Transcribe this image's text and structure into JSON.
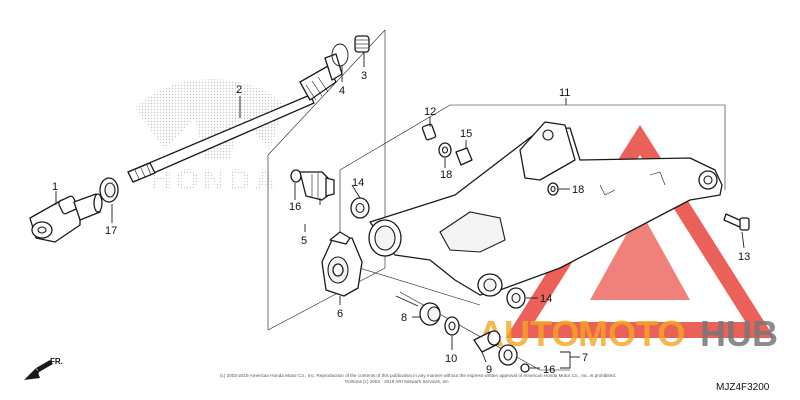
{
  "colors": {
    "watermark_red": "#e8453c",
    "watermark_orange": "#f6a623",
    "watermark_gray": "#9a9a9a",
    "line": "#1a1a1a"
  },
  "icons": {
    "front_arrow": "arrow-left-down-icon",
    "watermark": "triangle-logo-icon"
  },
  "callouts": {
    "c1": "1",
    "c2": "2",
    "c3": "3",
    "c4": "4",
    "c5": "5",
    "c6": "6",
    "c7": "7",
    "c8": "8",
    "c9": "9",
    "c10": "10",
    "c11": "11",
    "c12": "12",
    "c13": "13",
    "c14a": "14",
    "c14b": "14",
    "c15": "15",
    "c16a": "16",
    "c16b": "16",
    "c17": "17",
    "c18a": "18",
    "c18b": "18"
  },
  "front_label": "FR.",
  "background_logo_text": "HONDA",
  "watermark": {
    "auto": "AUTO",
    "moto": "MOTO",
    "hub": "HUB"
  },
  "diagram_code": "MJZ4F3200",
  "copyright_line1": "(c) 2003-2019 American Honda Motor Co., Inc. Reproduction of the contents of this publication in any manner without the express written approval of American Honda Motor Co., Inc. is prohibited.",
  "copyright_line2": "Portions (c) 2004 - 2019 ARI Network Services, Inc."
}
